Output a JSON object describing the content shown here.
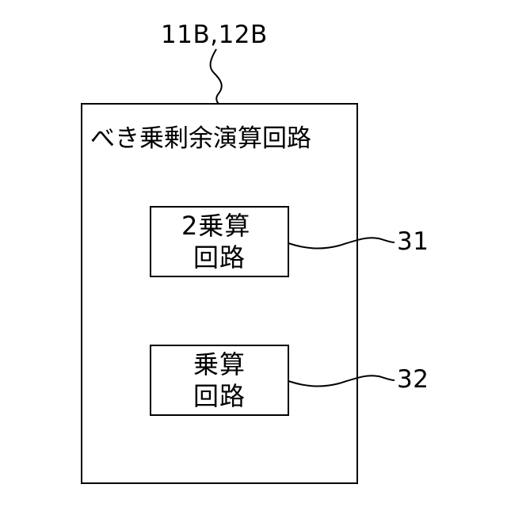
{
  "diagram": {
    "top_reference": "11B,12B",
    "outer_block": {
      "title": "べき乗剰余演算回路"
    },
    "sub_blocks": [
      {
        "line1": "2乗算",
        "line2": "回路",
        "reference": "31"
      },
      {
        "line1": "乗算",
        "line2": "回路",
        "reference": "32"
      }
    ]
  },
  "colors": {
    "line": "#000000",
    "background": "#ffffff"
  }
}
